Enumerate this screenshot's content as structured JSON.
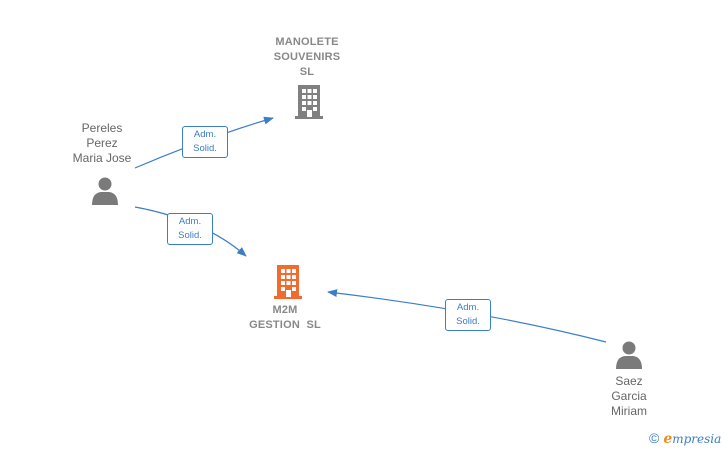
{
  "nodes": {
    "manolete": {
      "lines": [
        "MANOLETE",
        "SOUVENIRS",
        "SL"
      ]
    },
    "m2m": {
      "lines": [
        "M2M",
        "GESTION  SL"
      ]
    },
    "pereles": {
      "lines": [
        "Pereles",
        "Perez",
        "Maria Jose"
      ]
    },
    "saez": {
      "lines": [
        "Saez",
        "Garcia",
        "Miriam"
      ]
    }
  },
  "edges": {
    "pereles_manolete": {
      "role": [
        "Adm.",
        "Solid."
      ]
    },
    "pereles_m2m": {
      "role": [
        "Adm.",
        "Solid."
      ]
    },
    "saez_m2m": {
      "role": [
        "Adm.",
        "Solid."
      ]
    }
  },
  "colors": {
    "edge": "#3a7dc9",
    "company_icon": "#808080",
    "main_company_icon": "#f26b2e",
    "person_icon": "#7a7a7a",
    "brand_accent": "#f08a1c"
  },
  "icons": {
    "company": "building-icon",
    "person": "person-icon",
    "copyright": "copyright-icon"
  },
  "brand": {
    "copyright": "©",
    "name_first": "e",
    "name_rest": "mpresia"
  }
}
